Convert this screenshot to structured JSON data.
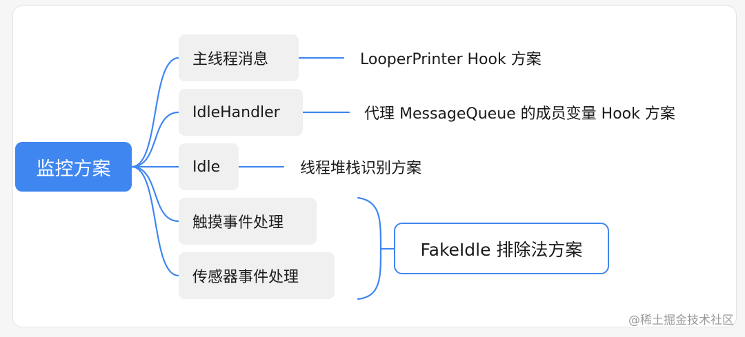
{
  "root": {
    "label": "监控方案"
  },
  "branches": [
    {
      "label": "主线程消息",
      "detail": "LooperPrinter Hook 方案"
    },
    {
      "label": "IdleHandler",
      "detail": "代理 MessageQueue 的成员变量 Hook 方案"
    },
    {
      "label": "Idle",
      "detail": "线程堆栈识别方案"
    },
    {
      "label": "触摸事件处理"
    },
    {
      "label": "传感器事件处理"
    }
  ],
  "grouped": {
    "label": "FakeIdle 排除法方案"
  },
  "watermark": "@稀土掘金技术社区",
  "colors": {
    "accent": "#3f86f0",
    "branch_bg": "#f0f0f0",
    "text": "#1a1a1a",
    "watermark": "#9a9a9a"
  }
}
